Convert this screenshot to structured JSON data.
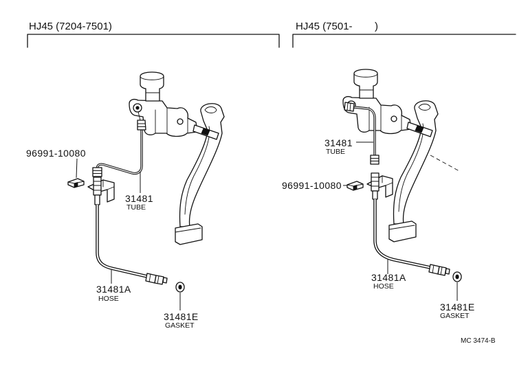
{
  "left_view": {
    "model": "HJ45 (7204-7501)",
    "clip": {
      "part_number": "96991-10080"
    },
    "tube": {
      "part_number": "31481",
      "name": "TUBE"
    },
    "hose": {
      "part_number": "31481A",
      "name": "HOSE"
    },
    "gasket": {
      "part_number": "31481E",
      "name": "GASKET"
    }
  },
  "right_view": {
    "model": "HJ45 (7501-",
    "model_close": ")",
    "clip": {
      "part_number": "96991-10080"
    },
    "tube": {
      "part_number": "31481",
      "name": "TUBE"
    },
    "hose": {
      "part_number": "31481A",
      "name": "HOSE"
    },
    "gasket": {
      "part_number": "31481E",
      "name": "GASKET"
    }
  },
  "reference_code": "MC 3474-B",
  "colors": {
    "ink": "#111111",
    "paper": "#ffffff"
  }
}
